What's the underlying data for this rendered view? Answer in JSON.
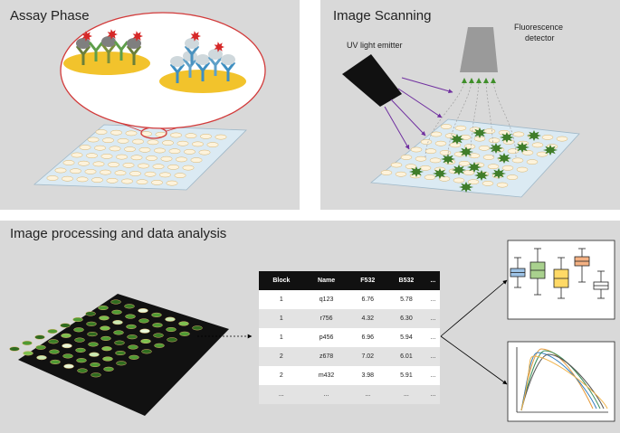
{
  "panels": {
    "assay": {
      "title": "Assay Phase"
    },
    "scanning": {
      "title": "Image Scanning",
      "emitter_label": "UV light emitter",
      "detector_label_line1": "Fluorescence",
      "detector_label_line2": "detector"
    },
    "processing": {
      "title": "Image processing and data analysis"
    }
  },
  "table": {
    "headers": [
      "Block",
      "Name",
      "F532",
      "B532",
      "..."
    ],
    "rows": [
      [
        "1",
        "q123",
        "6.76",
        "5.78",
        "..."
      ],
      [
        "1",
        "r756",
        "4.32",
        "6.30",
        "..."
      ],
      [
        "1",
        "p456",
        "6.96",
        "5.94",
        "..."
      ],
      [
        "2",
        "z678",
        "7.02",
        "6.01",
        "..."
      ],
      [
        "2",
        "m432",
        "3.98",
        "5.91",
        "..."
      ],
      [
        "...",
        "...",
        "...",
        "...",
        "..."
      ]
    ]
  },
  "colors": {
    "panel_bg": "#d9d9d9",
    "slide": "#dbeaf3",
    "spot": "#fdf3dc",
    "green_spot": "#3f7d2a",
    "arrow_purple": "#7030a0",
    "table_header": "#111111",
    "chart_lines": [
      "#e69a3a",
      "#2f7bbd",
      "#3d8f5a",
      "#555555",
      "#f0b34a"
    ],
    "box_colors": [
      "#9dc3e6",
      "#a9d18e",
      "#ffd966",
      "#f4b183",
      "#ffffff"
    ]
  }
}
